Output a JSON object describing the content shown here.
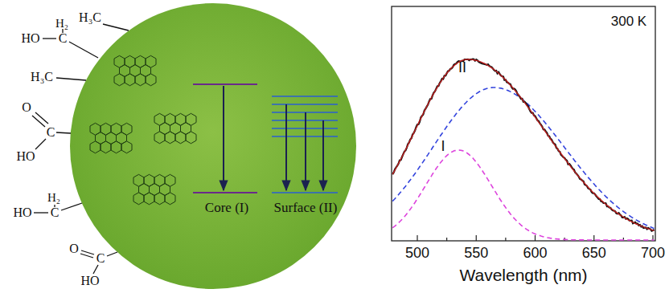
{
  "diagram": {
    "labels": [
      "H₃C",
      "HO",
      "H₂",
      "C",
      "H₃C",
      "O",
      "C",
      "HO",
      "HO",
      "H₂",
      "C",
      "O",
      "C",
      "HO",
      "Core (I)",
      "Surface (II)",
      "300 K",
      "II",
      "I",
      "500",
      "550",
      "600",
      "650",
      "700",
      "Wavelength (nm)"
    ]
  }
}
